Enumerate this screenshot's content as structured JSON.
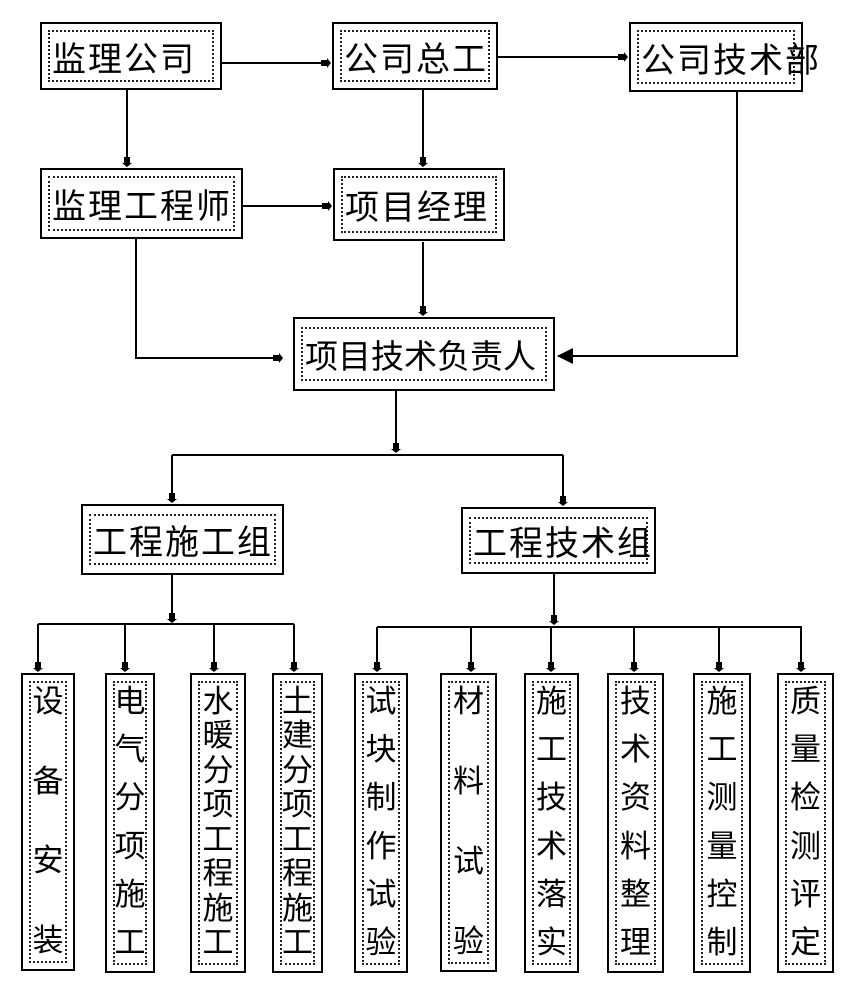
{
  "diagram": {
    "type": "organization-chart",
    "nodes": {
      "supervision_company": "监理公司",
      "company_chief_engineer": "公司总工",
      "company_tech_dept": "公司技术部",
      "supervising_engineer": "监理工程师",
      "project_manager": "项目经理",
      "project_tech_lead": "项目技术负责人",
      "construction_group": "工程施工组",
      "technical_group": "工程技术组"
    },
    "construction_group_units": [
      "设备安装",
      "电气分项施工",
      "水暖分项工程施工",
      "土建分项工程施工"
    ],
    "technical_group_units": [
      "试块制作试验",
      "材料试验",
      "施工技术落实",
      "技术资料整理",
      "施工测量控制",
      "质量检测评定"
    ],
    "edges": [
      [
        "监理公司",
        "公司总工"
      ],
      [
        "公司总工",
        "公司技术部"
      ],
      [
        "监理公司",
        "监理工程师"
      ],
      [
        "公司总工",
        "项目经理"
      ],
      [
        "监理工程师",
        "项目经理"
      ],
      [
        "项目经理",
        "项目技术负责人"
      ],
      [
        "监理工程师",
        "项目技术负责人"
      ],
      [
        "公司技术部",
        "项目技术负责人"
      ],
      [
        "项目技术负责人",
        "工程施工组"
      ],
      [
        "项目技术负责人",
        "工程技术组"
      ],
      [
        "工程施工组",
        "设备安装"
      ],
      [
        "工程施工组",
        "电气分项施工"
      ],
      [
        "工程施工组",
        "水暖分项工程施工"
      ],
      [
        "工程施工组",
        "土建分项工程施工"
      ],
      [
        "工程技术组",
        "试块制作试验"
      ],
      [
        "工程技术组",
        "材料试验"
      ],
      [
        "工程技术组",
        "施工技术落实"
      ],
      [
        "工程技术组",
        "技术资料整理"
      ],
      [
        "工程技术组",
        "施工测量控制"
      ],
      [
        "工程技术组",
        "质量检测评定"
      ]
    ]
  }
}
